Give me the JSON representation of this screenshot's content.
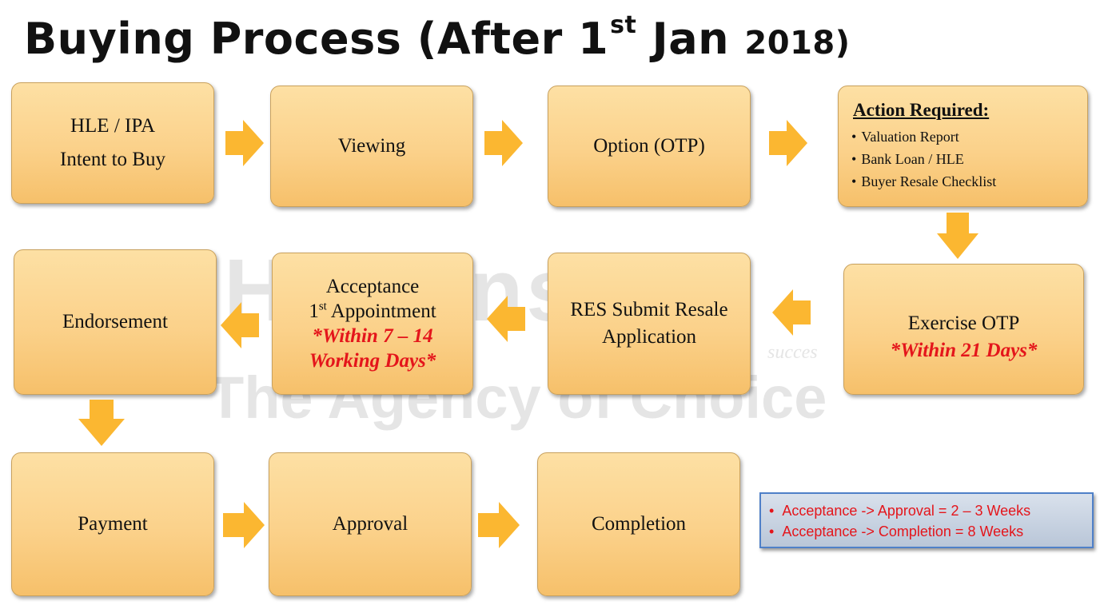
{
  "title": {
    "main": "Buying Process (After 1",
    "sup": "st",
    "rest": " Jan ",
    "year": "2018)"
  },
  "watermark": {
    "logo": "Huttons",
    "tagline": "succes",
    "line": "The Agency of Choice"
  },
  "steps": {
    "hle": {
      "line1": "HLE / IPA",
      "line2": "Intent to Buy"
    },
    "viewing": "Viewing",
    "option": "Option (OTP)",
    "action": {
      "heading": "Action Required:",
      "items": [
        "Valuation Report",
        "Bank Loan  / HLE",
        "Buyer Resale Checklist"
      ]
    },
    "exercise": {
      "label": "Exercise OTP",
      "note": "*Within 21 Days*"
    },
    "res": {
      "line1": "RES Submit Resale",
      "line2": "Application"
    },
    "acceptance": {
      "line1": "Acceptance",
      "line2_num": "1",
      "line2_sup": "st",
      "line2_rest": " Appointment",
      "note1": "*Within 7 – 14",
      "note2": "Working Days*"
    },
    "endorsement": "Endorsement",
    "payment": "Payment",
    "approval": "Approval",
    "completion": "Completion"
  },
  "notes": [
    "Acceptance -> Approval = 2 – 3 Weeks",
    "Acceptance -> Completion = 8 Weeks"
  ],
  "colors": {
    "box": "#fbd18a",
    "arrow": "#fbb731",
    "highlight": "#e4151b",
    "note_border": "#4f80c8"
  }
}
